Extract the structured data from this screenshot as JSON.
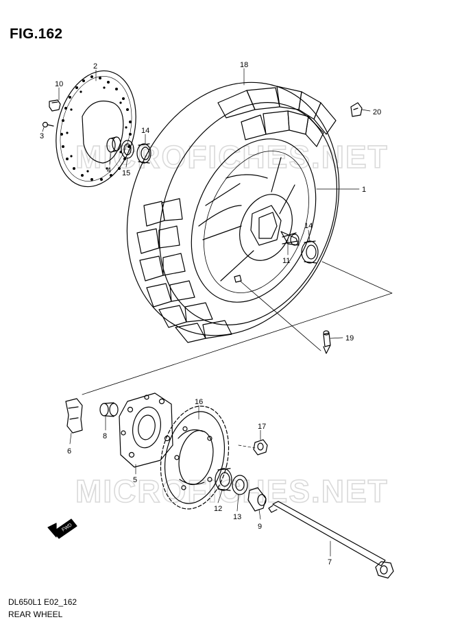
{
  "figure": {
    "title": "FIG.162"
  },
  "watermark": {
    "text": "MICROFICHES.NET"
  },
  "footer": {
    "code": "DL650L1 E02_162",
    "caption": "REAR WHEEL"
  },
  "fwd_badge": "FWD",
  "parts": [
    {
      "id": "part-1",
      "number": "1"
    },
    {
      "id": "part-2",
      "number": "2"
    },
    {
      "id": "part-3",
      "number": "3"
    },
    {
      "id": "part-4",
      "number": "4"
    },
    {
      "id": "part-5",
      "number": "5"
    },
    {
      "id": "part-6",
      "number": "6"
    },
    {
      "id": "part-7",
      "number": "7"
    },
    {
      "id": "part-8",
      "number": "8"
    },
    {
      "id": "part-9",
      "number": "9"
    },
    {
      "id": "part-10",
      "number": "10"
    },
    {
      "id": "part-11",
      "number": "11"
    },
    {
      "id": "part-12",
      "number": "12"
    },
    {
      "id": "part-13",
      "number": "13"
    },
    {
      "id": "part-14a",
      "number": "14"
    },
    {
      "id": "part-14b",
      "number": "14"
    },
    {
      "id": "part-15",
      "number": "15"
    },
    {
      "id": "part-16",
      "number": "16"
    },
    {
      "id": "part-17",
      "number": "17"
    },
    {
      "id": "part-18",
      "number": "18"
    },
    {
      "id": "part-19",
      "number": "19"
    },
    {
      "id": "part-20",
      "number": "20"
    }
  ]
}
